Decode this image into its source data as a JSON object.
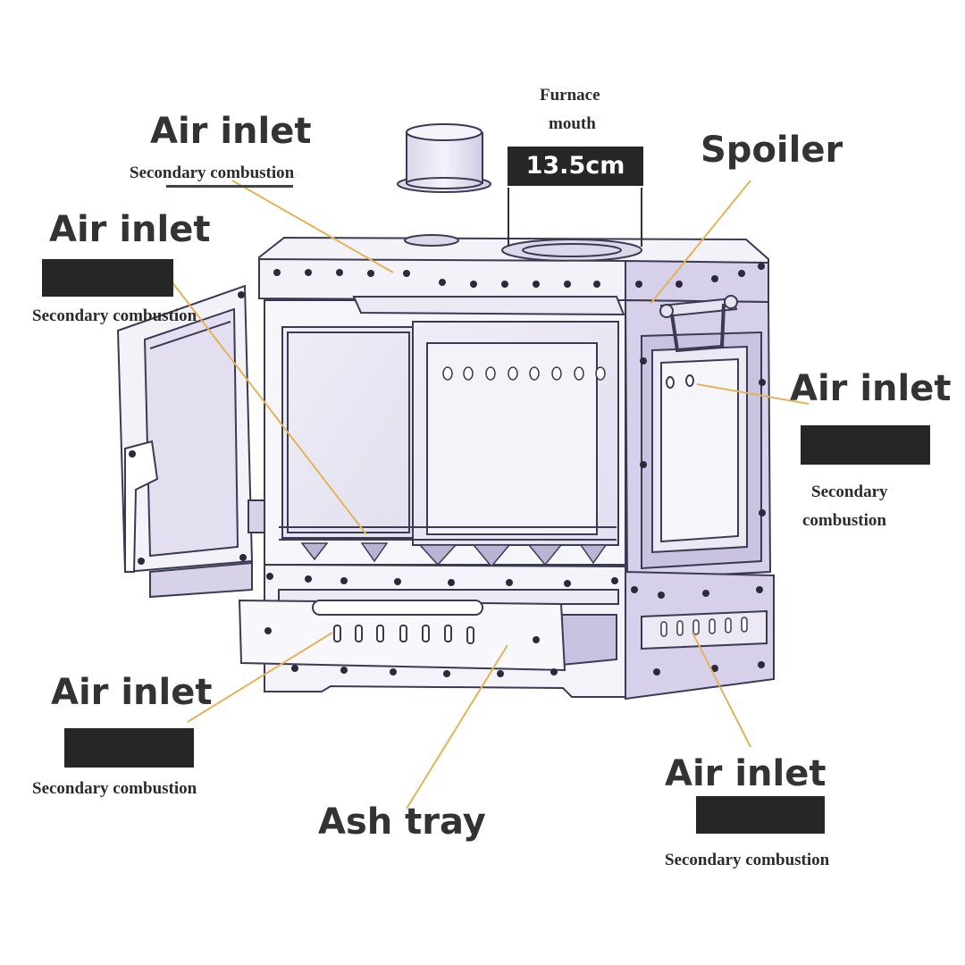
{
  "labels": {
    "air_inlet_top": {
      "title": "Air inlet",
      "sub": "Secondary combustion"
    },
    "air_inlet_left": {
      "title": "Air inlet",
      "sub": "Secondary combustion"
    },
    "air_inlet_right": {
      "title": "Air inlet",
      "sub_line1": "Secondary",
      "sub_line2": "combustion"
    },
    "air_inlet_bottom_left": {
      "title": "Air inlet",
      "sub": "Secondary combustion"
    },
    "air_inlet_bottom_right": {
      "title": "Air inlet",
      "sub": "Secondary combustion"
    },
    "spoiler": "Spoiler",
    "ash_tray": "Ash tray",
    "furnace_mouth": {
      "line1": "Furnace",
      "line2": "mouth",
      "dimension": "13.5cm"
    }
  },
  "colors": {
    "line_drawing": "#3a3a52",
    "panel_tint": "#e6e2f2",
    "panel_tint_dark": "#c9c2e0",
    "leader_line": "#e2b45a",
    "label_text": "#333333",
    "bar_fill": "#262626"
  }
}
